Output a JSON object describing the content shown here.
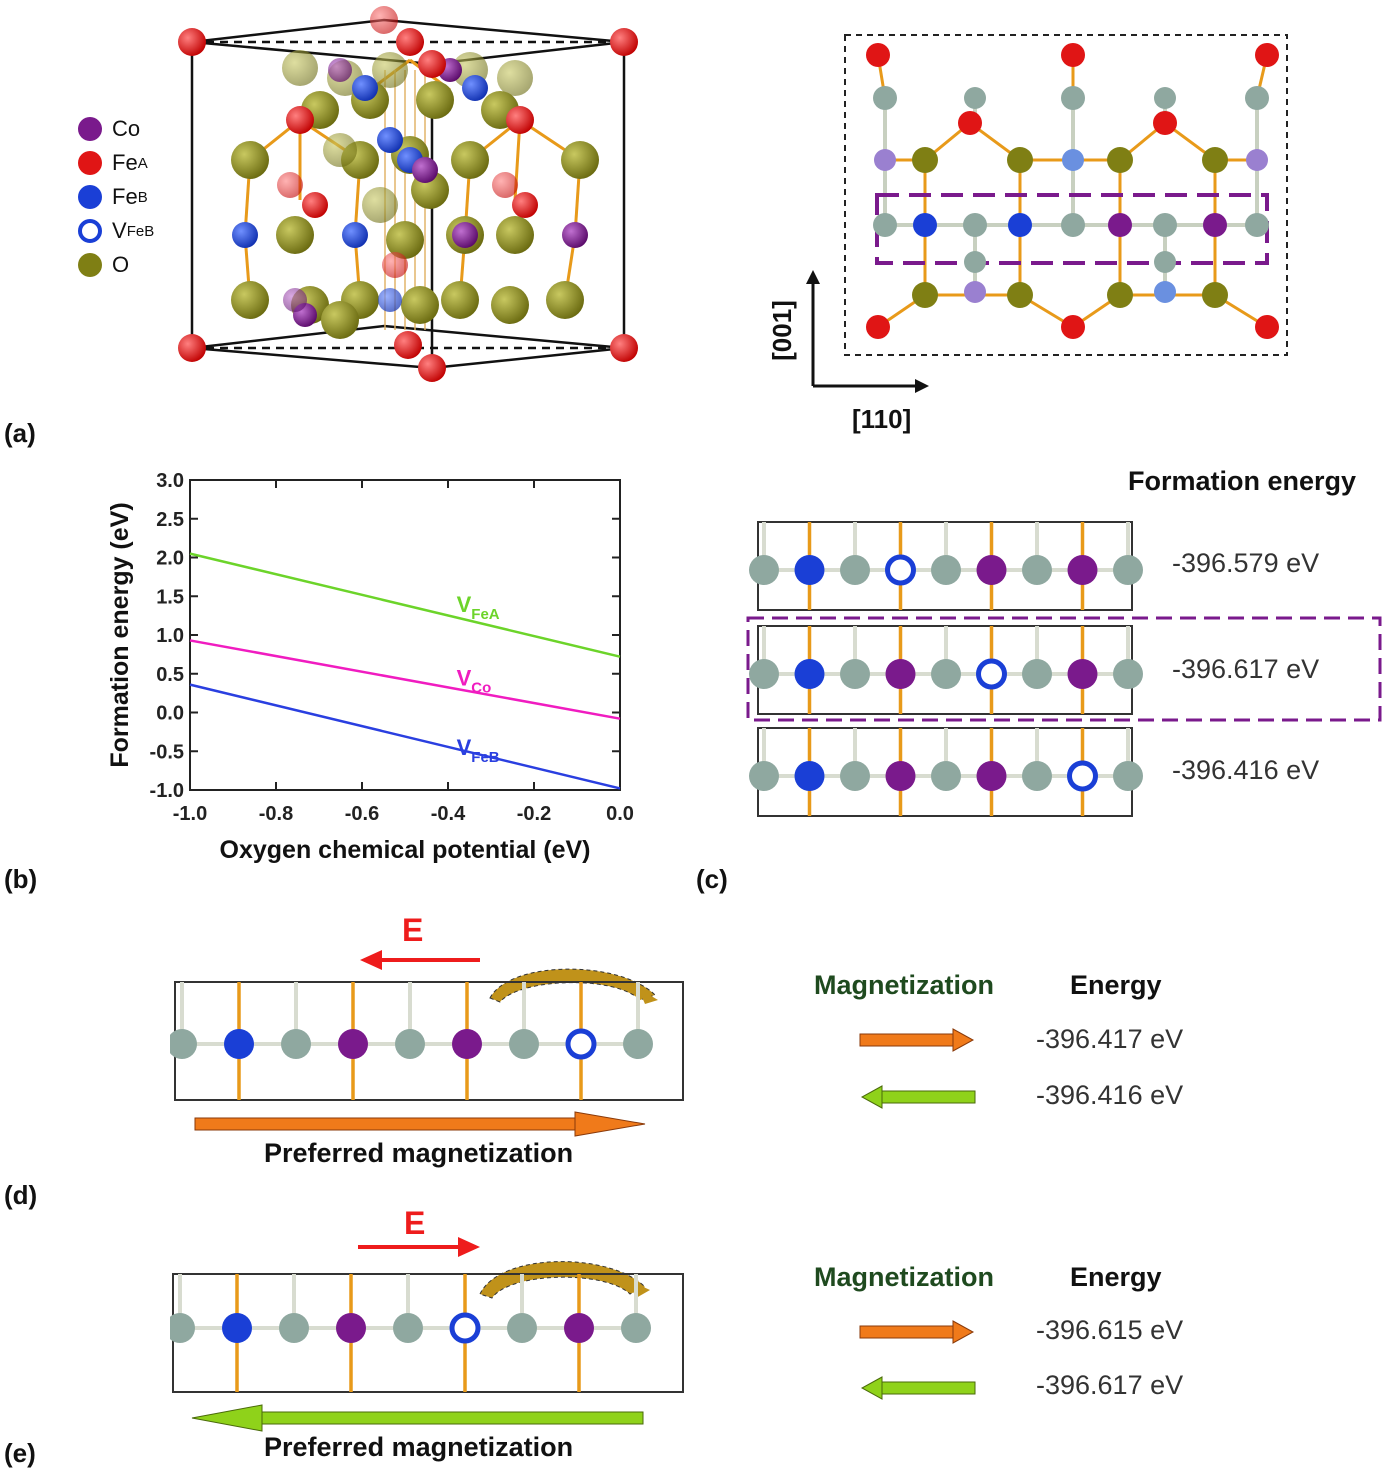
{
  "panel_labels": {
    "a": "(a)",
    "b": "(b)",
    "c": "(c)",
    "d": "(d)",
    "e": "(e)"
  },
  "legend": [
    {
      "label": "Co",
      "sub": "",
      "color": "#7a1a8c",
      "hollow": false
    },
    {
      "label": "Fe",
      "sub": "A",
      "color": "#e01515",
      "hollow": false
    },
    {
      "label": "Fe",
      "sub": "B",
      "color": "#1a3fd6",
      "hollow": false
    },
    {
      "label": "V",
      "sub": "FeB",
      "color": "#1a3fd6",
      "hollow": true
    },
    {
      "label": "O",
      "sub": "",
      "color": "#7f7f14",
      "hollow": false
    }
  ],
  "axes_a": {
    "vertical": "[001]",
    "horizontal": "[110]"
  },
  "colors": {
    "Co": "#7a1a8c",
    "FeA": "#e01515",
    "FeB": "#1a3fd6",
    "O": "#7f7f14",
    "grayO": "#8fa8a0",
    "bond": "#e89a1a",
    "dash_purple": "#7a1a8c",
    "arrow_orange": "#f07a1a",
    "arrow_green": "#8fd21a",
    "E_red": "#ee1c1c",
    "dark_green": "#1f4a1f"
  },
  "chart_data": {
    "type": "line",
    "xlabel": "Oxygen chemical potential (eV)",
    "ylabel": "Formation energy (eV)",
    "xlim": [
      -1.0,
      0.0
    ],
    "ylim": [
      -1.0,
      3.0
    ],
    "xticks": [
      "-1.0",
      "-0.8",
      "-0.6",
      "-0.4",
      "-0.2",
      "0.0"
    ],
    "yticks": [
      "3.0",
      "2.5",
      "2.0",
      "1.5",
      "1.0",
      "0.5",
      "0.0",
      "-0.5",
      "-1.0"
    ],
    "series": [
      {
        "name": "V",
        "sub": "FeA",
        "color": "#6cd42a",
        "x": [
          -1.0,
          0.0
        ],
        "y": [
          2.05,
          0.72
        ]
      },
      {
        "name": "V",
        "sub": "Co",
        "color": "#f01cc0",
        "x": [
          -1.0,
          0.0
        ],
        "y": [
          0.93,
          -0.08
        ]
      },
      {
        "name": "V",
        "sub": "FeB",
        "color": "#2a3fe0",
        "x": [
          -1.0,
          0.0
        ],
        "y": [
          0.36,
          -0.98
        ]
      }
    ]
  },
  "panel_c": {
    "heading": "Formation energy",
    "rows": [
      {
        "energy": "-396.579 eV",
        "highlight": false
      },
      {
        "energy": "-396.617 eV",
        "highlight": true
      },
      {
        "energy": "-396.416 eV",
        "highlight": false
      }
    ]
  },
  "panel_d": {
    "field": "E",
    "field_direction": "left",
    "preferred": "Preferred magnetization",
    "preferred_direction": "right",
    "mag_header": "Magnetization",
    "energy_header": "Energy",
    "rows": [
      {
        "direction": "right",
        "energy": "-396.417 eV"
      },
      {
        "direction": "left",
        "energy": "-396.416 eV"
      }
    ]
  },
  "panel_e": {
    "field": "E",
    "field_direction": "right",
    "preferred": "Preferred magnetization",
    "preferred_direction": "left",
    "mag_header": "Magnetization",
    "energy_header": "Energy",
    "rows": [
      {
        "direction": "right",
        "energy": "-396.615 eV"
      },
      {
        "direction": "left",
        "energy": "-396.617 eV"
      }
    ]
  }
}
